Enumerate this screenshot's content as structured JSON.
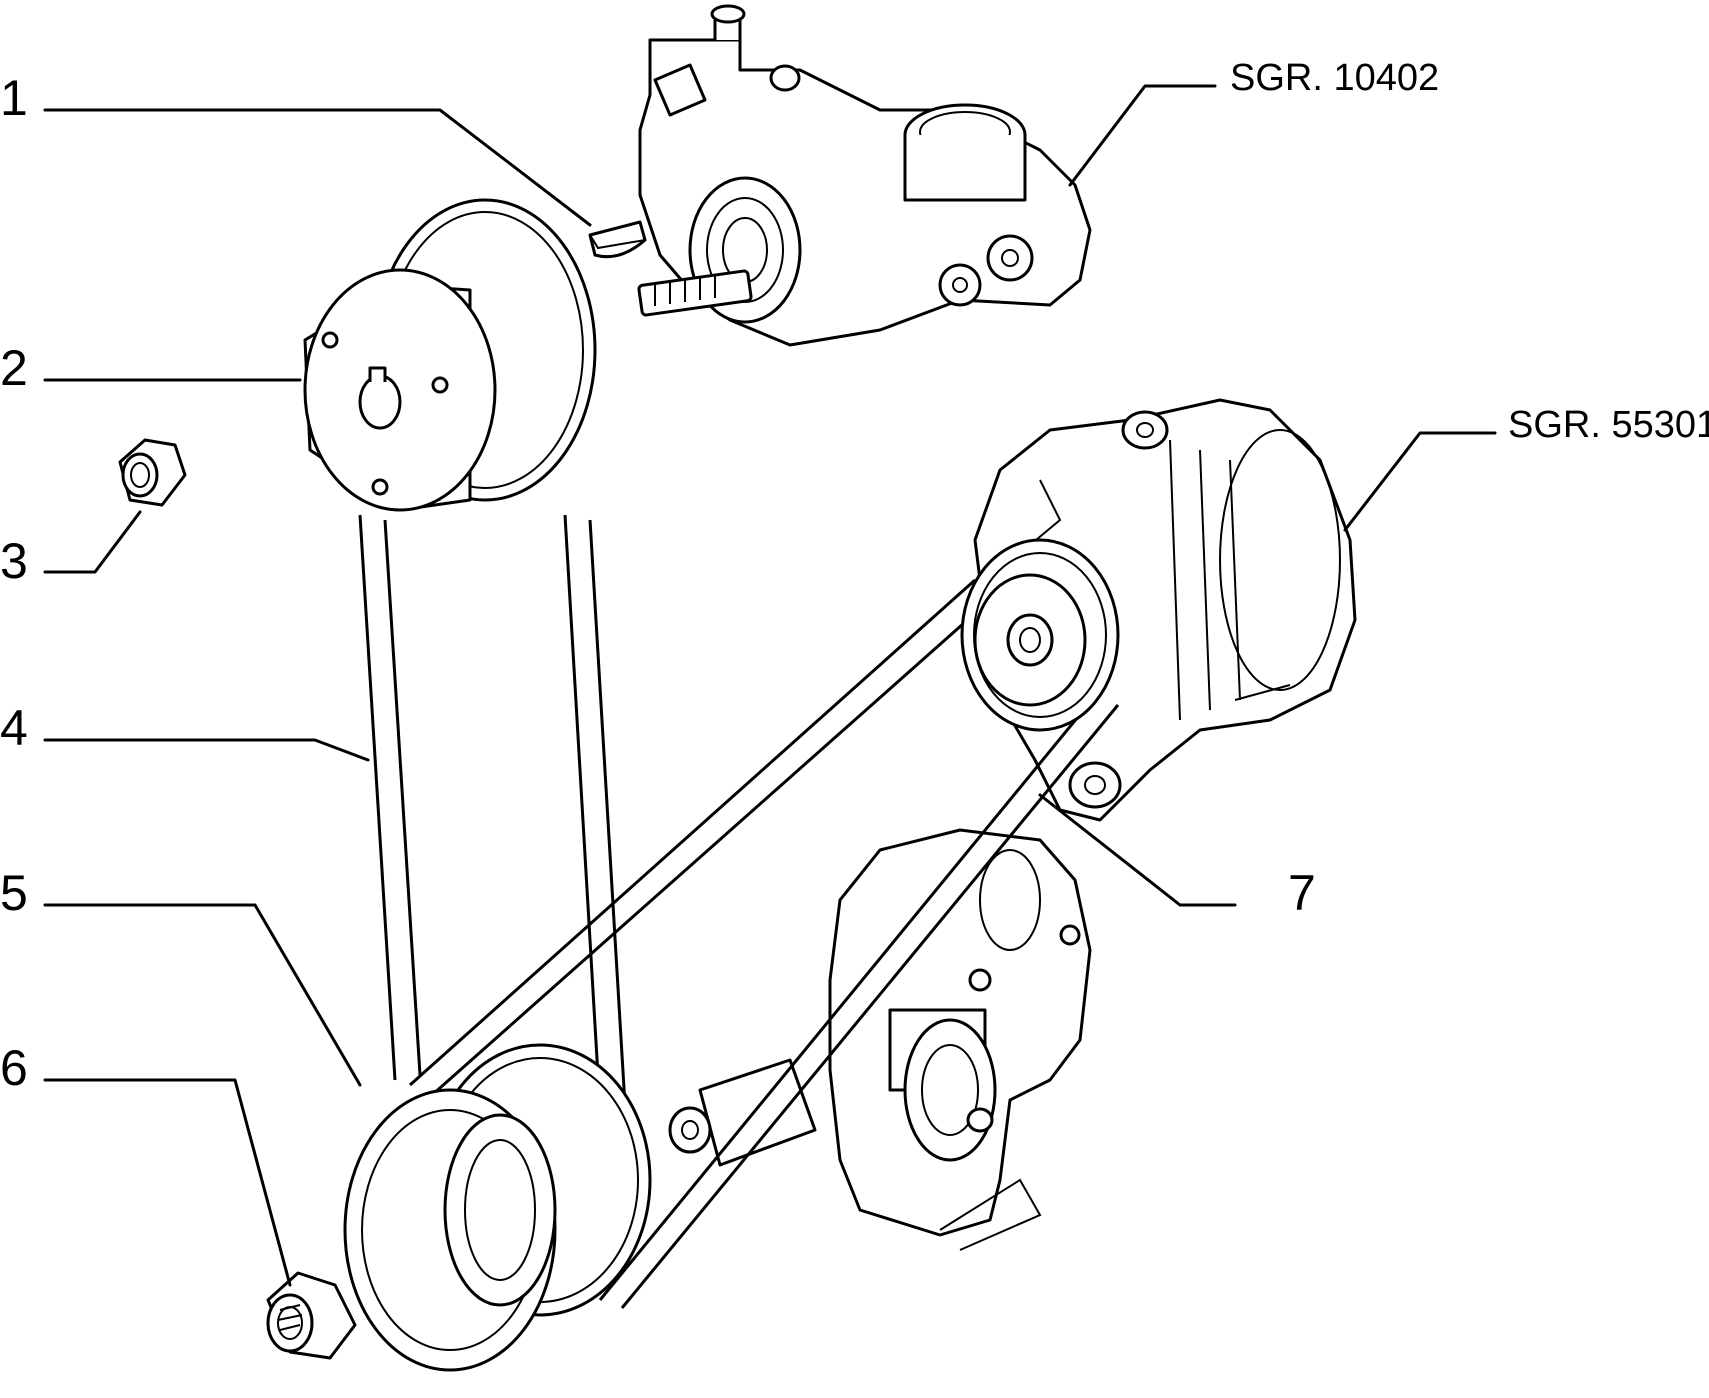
{
  "callouts": {
    "c1": "1",
    "c2": "2",
    "c3": "3",
    "c4": "4",
    "c5": "5",
    "c6": "6",
    "c7": "7"
  },
  "references": {
    "water_pump": "SGR. 10402",
    "alternator": "SGR. 55301"
  }
}
